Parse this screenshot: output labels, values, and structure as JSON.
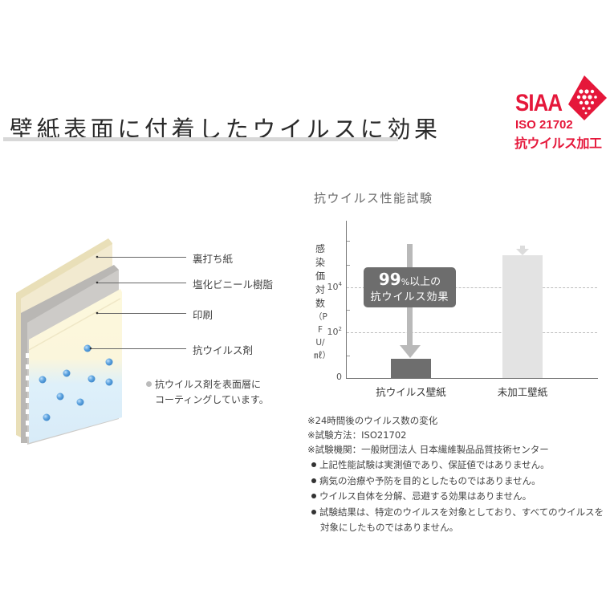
{
  "header": {
    "title": "壁紙表面に付着したウイルスに効果"
  },
  "certification_logo": {
    "brand": "SIAA",
    "standard": "ISO 21702",
    "label": "抗ウイルス加工",
    "color": "#e5173a"
  },
  "diagram": {
    "layers": [
      {
        "label": "裏打ち紙"
      },
      {
        "label": "塩化ビニール樹脂"
      },
      {
        "label": "印刷"
      },
      {
        "label": "抗ウイルス剤"
      }
    ],
    "note_lines": [
      "抗ウイルス剤を表面層に",
      "コーティングしています。"
    ],
    "colors": {
      "backing_paper": "#f2ead0",
      "pvc_resin": "#c9c7c4",
      "print": "#fdf8dc",
      "antiviral_coat": "#dcedf8",
      "particles": "#5a9fdc"
    }
  },
  "chart_data": {
    "type": "bar",
    "title": "抗ウイルス性能試験",
    "ylabel": "感染価対数",
    "ylabel_unit": "（PFU/㎖）",
    "xlabel": "",
    "y_scale": "log",
    "y_ticks": [
      {
        "label": "0",
        "value": 0
      },
      {
        "label": "10",
        "sup": "2",
        "value": 2
      },
      {
        "label": "10",
        "sup": "4",
        "value": 4
      }
    ],
    "gridlines": "dashed at 10² and 10⁴",
    "categories": [
      "抗ウイルス壁紙",
      "未加工壁紙"
    ],
    "values_log10": [
      0.9,
      5.5
    ],
    "bar_colors": [
      "#6e6e6e",
      "#e3e3e3"
    ],
    "annotation": {
      "number": "99",
      "percent": "%",
      "suffix": "以上の",
      "line2": "抗ウイルス効果"
    }
  },
  "notes": [
    "※24時間後のウイルス数の変化",
    "※試験方法：ISO21702",
    "※試験機関：一般財団法人 日本繊維製品品質技術センター"
  ],
  "disclaimers": [
    "上記性能試験は実測値であり、保証値ではありません。",
    "病気の治療や予防を目的としたものではありません。",
    "ウイルス自体を分解、忌避する効果はありません。",
    "試験結果は、特定のウイルスを対象としており、すべてのウイルスを"
  ],
  "disclaimer_continuation": "対象にしたものではありません。"
}
